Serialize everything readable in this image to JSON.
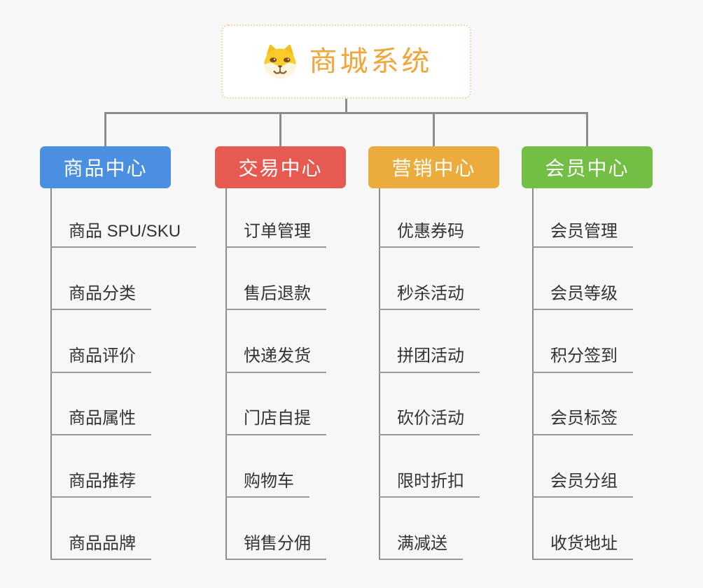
{
  "root": {
    "title": "商城系统",
    "icon": "shiba-dog-icon"
  },
  "colors": {
    "background": "#F7F7F7",
    "connector": "#8C8C8C",
    "underline": "#999999",
    "child_text": "#333333",
    "root_accent": "#F1A63B",
    "root_border": "#F6D69B",
    "branch_blue": "#4B8FE2",
    "branch_red": "#E75A52",
    "branch_orange": "#ECAC3D",
    "branch_green": "#73BF45"
  },
  "branches": [
    {
      "label": "商品中心",
      "color": "#4B8FE2",
      "children": [
        "商品 SPU/SKU",
        "商品分类",
        "商品评价",
        "商品属性",
        "商品推荐",
        "商品品牌"
      ]
    },
    {
      "label": "交易中心",
      "color": "#E75A52",
      "children": [
        "订单管理",
        "售后退款",
        "快递发货",
        "门店自提",
        "购物车",
        "销售分佣"
      ]
    },
    {
      "label": "营销中心",
      "color": "#ECAC3D",
      "children": [
        "优惠券码",
        "秒杀活动",
        "拼团活动",
        "砍价活动",
        "限时折扣",
        "满减送"
      ]
    },
    {
      "label": "会员中心",
      "color": "#73BF45",
      "children": [
        "会员管理",
        "会员等级",
        "积分签到",
        "会员标签",
        "会员分组",
        "收货地址"
      ]
    }
  ]
}
